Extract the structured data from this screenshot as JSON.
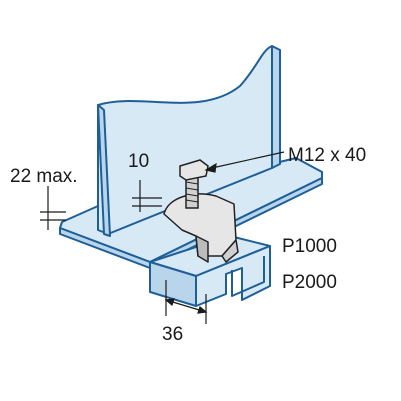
{
  "labels": {
    "bolt": "M12 x 40",
    "flange_max": "22 max.",
    "clamp_thickness": "10",
    "part_1": "P1000",
    "part_2": "P2000",
    "width": "36"
  },
  "colors": {
    "steel": "#d8e9f6",
    "steel_shade": "#b9d5ec",
    "outline": "#1f5f97",
    "clamp": "#e6e6e6",
    "clamp_shade": "#bcbcbc",
    "ink": "#1a1a1a"
  }
}
